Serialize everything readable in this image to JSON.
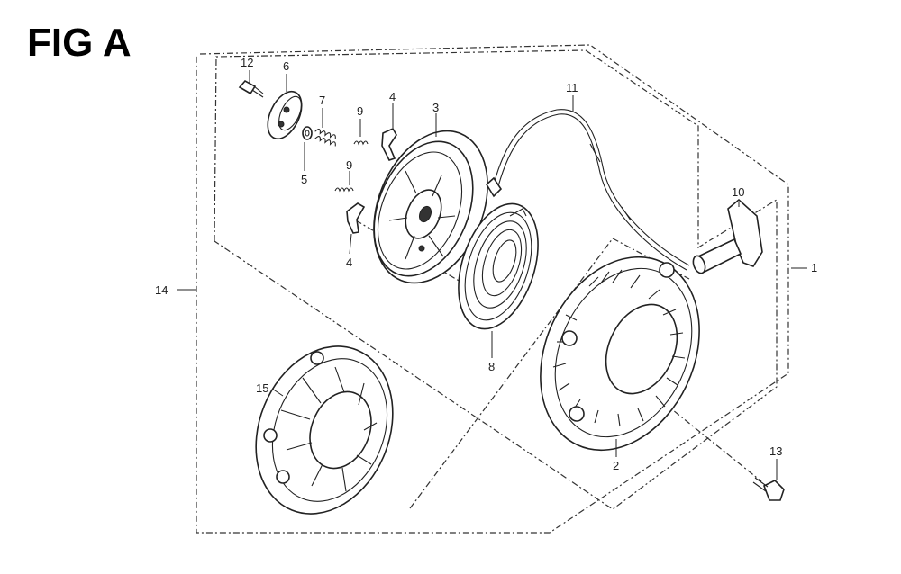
{
  "figure": {
    "title": "FIG A"
  },
  "callouts": [
    {
      "id": "c12",
      "text": "12"
    },
    {
      "id": "c6",
      "text": "6"
    },
    {
      "id": "c7",
      "text": "7"
    },
    {
      "id": "c5",
      "text": "5"
    },
    {
      "id": "c9a",
      "text": "9"
    },
    {
      "id": "c9b",
      "text": "9"
    },
    {
      "id": "c4a",
      "text": "4"
    },
    {
      "id": "c4b",
      "text": "4"
    },
    {
      "id": "c3",
      "text": "3"
    },
    {
      "id": "c11",
      "text": "11"
    },
    {
      "id": "c10",
      "text": "10"
    },
    {
      "id": "c1",
      "text": "1"
    },
    {
      "id": "c14",
      "text": "14"
    },
    {
      "id": "c8",
      "text": "8"
    },
    {
      "id": "c15",
      "text": "15"
    },
    {
      "id": "c2",
      "text": "2"
    },
    {
      "id": "c13",
      "text": "13"
    }
  ]
}
